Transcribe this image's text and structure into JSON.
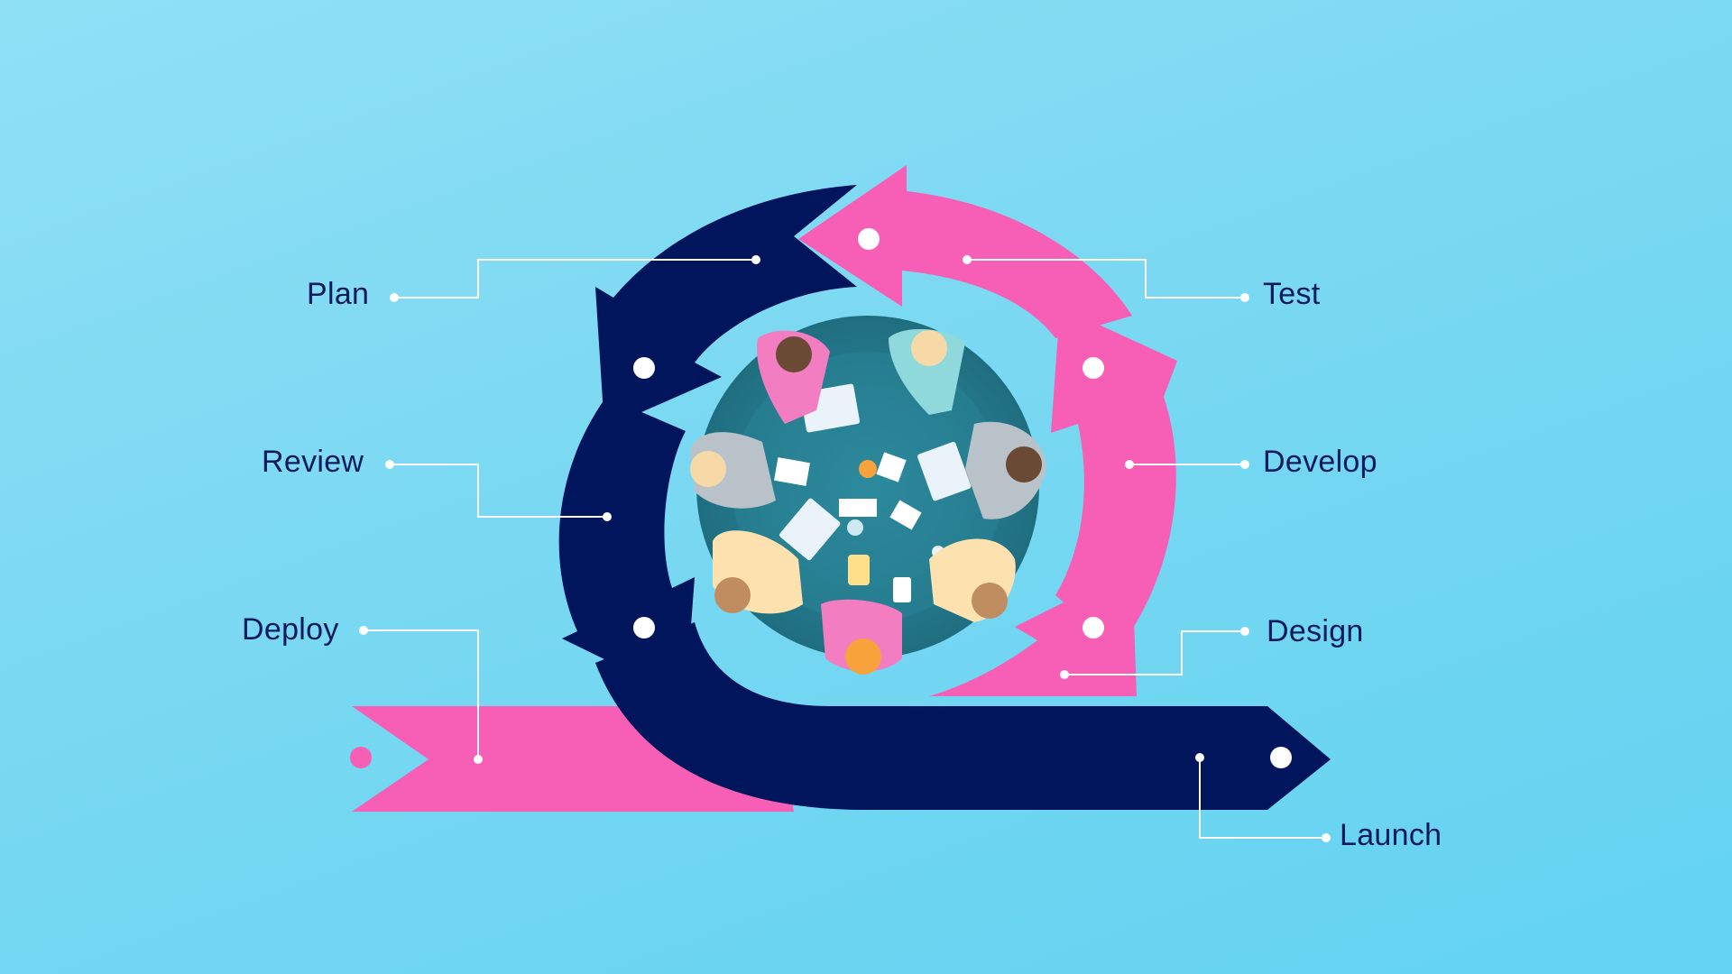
{
  "diagram": {
    "stages": [
      {
        "id": "plan",
        "label": "Plan"
      },
      {
        "id": "review",
        "label": "Review"
      },
      {
        "id": "deploy",
        "label": "Deploy"
      },
      {
        "id": "test",
        "label": "Test"
      },
      {
        "id": "develop",
        "label": "Develop"
      },
      {
        "id": "design",
        "label": "Design"
      },
      {
        "id": "launch",
        "label": "Launch"
      }
    ],
    "colors": {
      "navy": "#00155c",
      "pink": "#f75eb5",
      "connector": "#ffffff",
      "label_text": "#0d1b5e",
      "table": "#267a8c"
    }
  }
}
